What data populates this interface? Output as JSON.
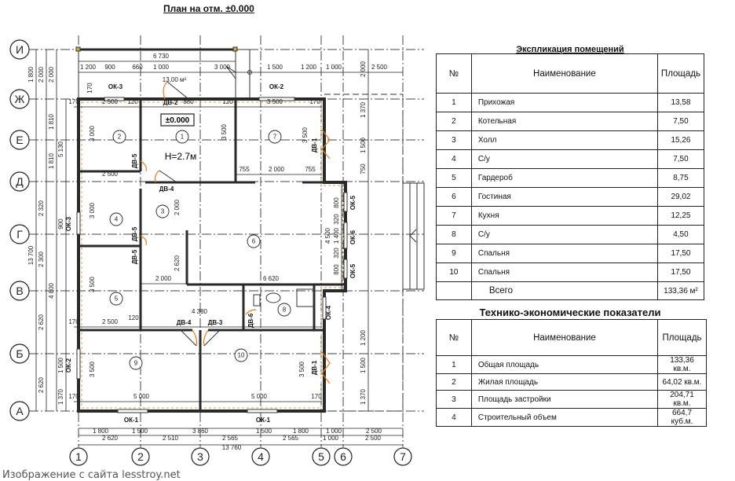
{
  "title": "План на отм. ±0.000",
  "axes": {
    "rows": [
      "И",
      "Ж",
      "Е",
      "Д",
      "Г",
      "В",
      "Б",
      "А"
    ],
    "cols": [
      "1",
      "2",
      "3",
      "4",
      "5",
      "6",
      "7"
    ]
  },
  "rooms": [
    "1",
    "2",
    "3",
    "4",
    "5",
    "6",
    "7",
    "8",
    "9",
    "10"
  ],
  "annotations": {
    "elevation": "±0.000",
    "height": "H=2.7м",
    "porch_area": "13,00 м²"
  },
  "labels": [
    "ОК-3",
    "ОК-2",
    "ДВ-2",
    "ДВ-5",
    "ДВ-1",
    "ДВ-4",
    "ОК-3",
    "ДВ-5",
    "ДВ-5",
    "ОК-5",
    "ОК-6",
    "ОК-5",
    "ОК-4",
    "ДВ-6",
    "ДВ-4",
    "ДВ-3",
    "ДВ-1",
    "ОК-2",
    "ОК-1",
    "ОК-1"
  ],
  "dimensions": [
    "6 730",
    "1 200",
    "900",
    "660",
    "1 000",
    "3 000",
    "1 500",
    "1 200",
    "1 000",
    "2 500",
    "170",
    "2 500",
    "120",
    "880",
    "120",
    "3 500",
    "170",
    "170",
    "3 000",
    "3 500",
    "3 500",
    "2 500",
    "755",
    "2 000",
    "755",
    "2 000",
    "3 000",
    "4 500",
    "2 620",
    "2 000",
    "6 620",
    "3 500",
    "4 380",
    "170",
    "2 500",
    "120",
    "3 500",
    "3 500",
    "5 000",
    "5 000",
    "170",
    "170",
    "1 800",
    "1 500",
    "3 860",
    "1 500",
    "1 800",
    "1 000",
    "2 500",
    "2 620",
    "2 510",
    "2 565",
    "2 565",
    "1 000",
    "2 500",
    "13 760",
    "1 800",
    "13 700",
    "2 000",
    "2 320",
    "2 300",
    "2 620",
    "2 620",
    "2 000",
    "1 810",
    "1 810",
    "4 800",
    "5 130",
    "900",
    "1 500",
    "1 370",
    "2 000",
    "1 370",
    "1 500",
    "750",
    "800",
    "320",
    "1 400",
    "320",
    "800",
    "1 200",
    "1 500",
    "1 370"
  ],
  "explication": {
    "title": "Экспликация помещений",
    "headers": [
      "№",
      "Наименование",
      "Площадь"
    ],
    "rows": [
      [
        "1",
        "Прихожая",
        "13,58"
      ],
      [
        "2",
        "Котельная",
        "7,50"
      ],
      [
        "3",
        "Холл",
        "15,26"
      ],
      [
        "4",
        "С/у",
        "7,50"
      ],
      [
        "5",
        "Гардероб",
        "8,75"
      ],
      [
        "6",
        "Гостиная",
        "29,02"
      ],
      [
        "7",
        "Кухня",
        "12,25"
      ],
      [
        "8",
        "С/у",
        "4,50"
      ],
      [
        "9",
        "Спальня",
        "17,50"
      ],
      [
        "10",
        "Спальня",
        "17,50"
      ]
    ],
    "total_label": "Всего",
    "total_value": "133,36 м²"
  },
  "tep": {
    "title": "Технико-экономические показатели",
    "headers": [
      "№",
      "Наименование",
      "Площадь"
    ],
    "rows": [
      [
        "1",
        "Общая площадь",
        "133,36 кв.м."
      ],
      [
        "2",
        "Жилая площадь",
        "64,02 кв.м."
      ],
      [
        "3",
        "Площадь застройки",
        "204,71 кв.м."
      ],
      [
        "4",
        "Строительный объем",
        "664,7 куб.м."
      ]
    ]
  },
  "watermark": "Изображение с сайта lesstroy.net",
  "colors": {
    "wall": "#2a2a2a",
    "door_swing": "#f07a1a",
    "insulation": "#c9a94a"
  }
}
